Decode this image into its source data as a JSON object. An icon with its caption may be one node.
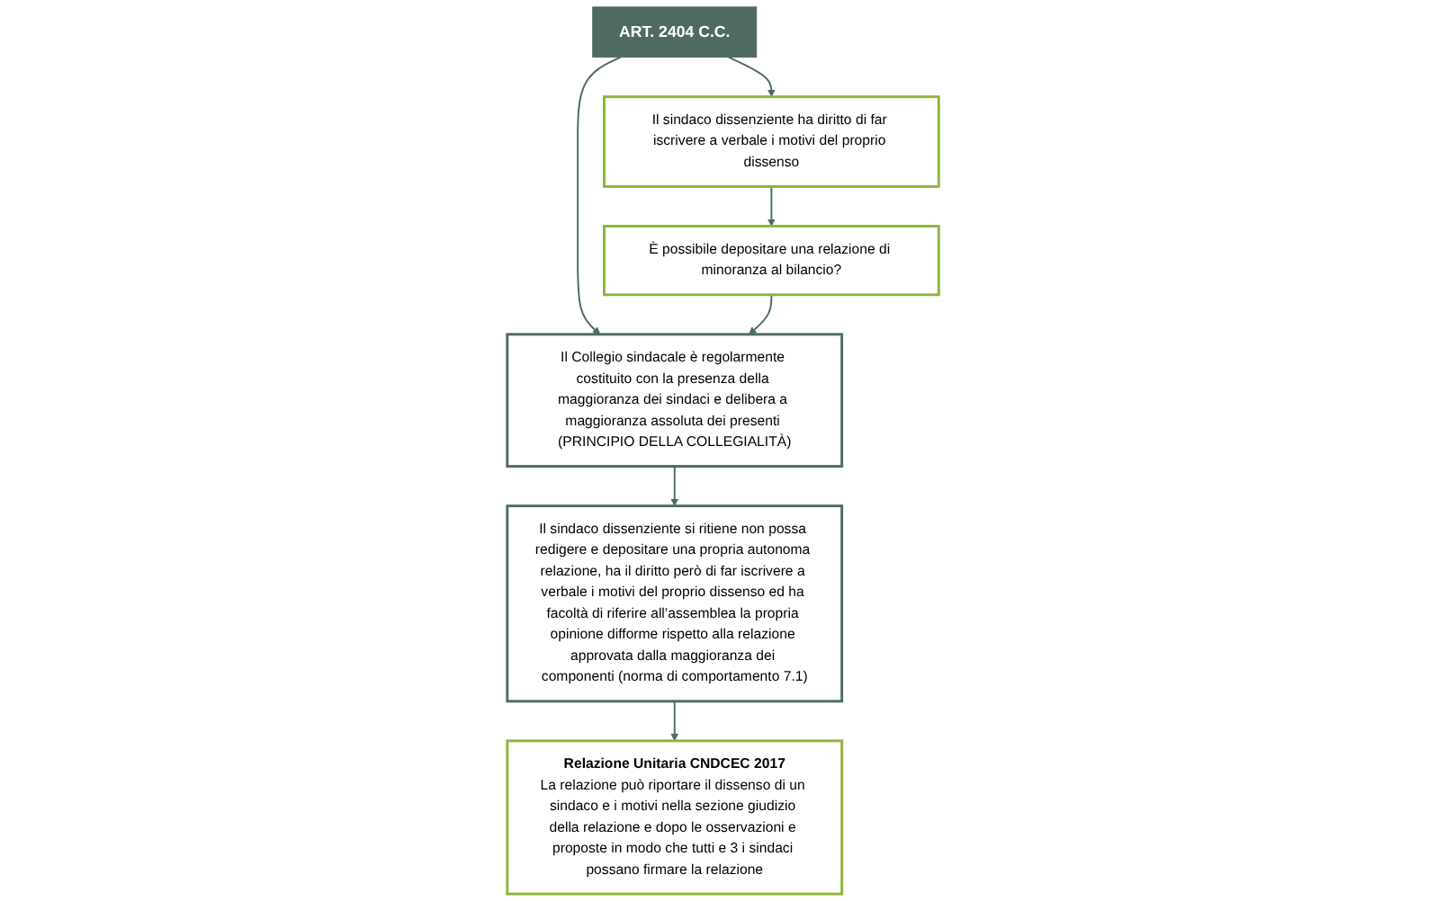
{
  "diagram": {
    "nodes": [
      {
        "text": [
          "ART. 2404 C.C."
        ]
      },
      {
        "text": [
          "Il sindaco dissenziente ha diritto di far iscrivere a verbale i motivi del proprio dissenso"
        ]
      },
      {
        "text": [
          "Il Collegio sindacale è regolarmente costituito con la presenza della maggioranza dei sindaci e delibera a maggioranza assoluta dei presenti (PRINCIPIO DELLA COLLEGIALITÀ)"
        ]
      },
      {
        "text": [
          "È possibile depositare una relazione di minoranza al bilancio?"
        ]
      },
      {
        "text": [
          "Il sindaco dissenziente si ritiene non possa redigere e depositare una propria autonoma relazione, ha il diritto però di far iscrivere a verbale i motivi del proprio dissenso ed ha facoltà di riferire all’assemblea la propria opinione difforme rispetto alla relazione approvata dalla maggioranza dei componenti (norma di comportamento 7.1)"
        ]
      },
      {
        "text": [
          "Relazione Unitaria CNDCEC 2017",
          "La relazione può riportare il dissenso di un sindaco e i motivi nella sezione giudizio della relazione e dopo le osservazioni e proposte in modo che tutti e 3 i sindaci possano firmare la relazione"
        ]
      }
    ],
    "edges": [
      {
        "from": 0,
        "to": 1,
        "arrow": "to"
      },
      {
        "from": 0,
        "to": 2,
        "arrow": "to"
      },
      {
        "from": 1,
        "to": 3,
        "arrow": "to"
      },
      {
        "from": 3,
        "to": 2,
        "arrow": "to"
      },
      {
        "from": 2,
        "to": 4,
        "arrow": "to"
      },
      {
        "from": 4,
        "to": 5,
        "arrow": "to"
      }
    ]
  }
}
